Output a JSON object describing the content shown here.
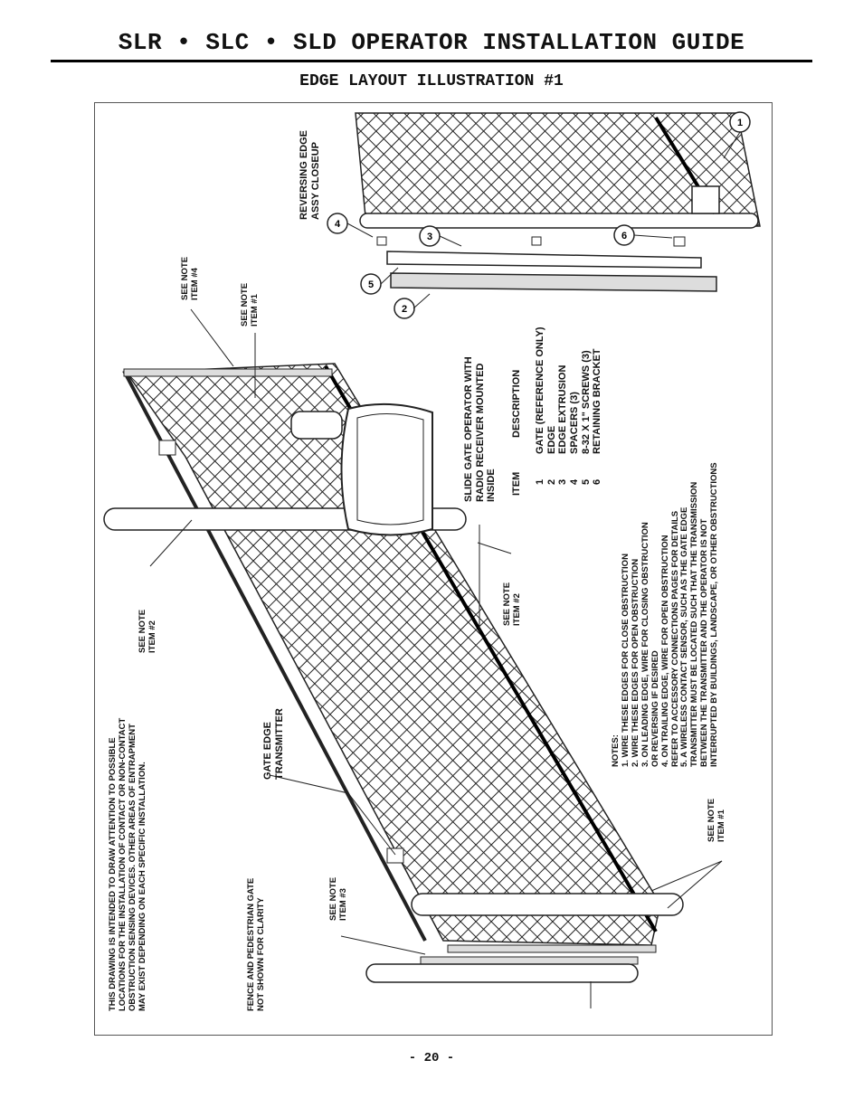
{
  "header": {
    "title": "SLR • SLC • SLD OPERATOR INSTALLATION GUIDE",
    "subtitle": "EDGE LAYOUT ILLUSTRATION #1"
  },
  "illustration": {
    "disclaimer": [
      "THIS DRAWING IS INTENDED TO DRAW ATTENTION TO POSSIBLE",
      "LOCATIONS FOR THE INSTALLATION OF CONTACT OR NON-CONTACT",
      "OBSTRUCTION SENSING DEVICES. OTHER AREAS OF ENTRAPMENT",
      "MAY EXIST DEPENDING ON EACH SPECIFIC INSTALLATION."
    ],
    "fence_note": [
      "FENCE AND PEDESTRIAN GATE",
      "NOT SHOWN FOR CLARITY"
    ],
    "see_note_3": [
      "SEE NOTE",
      "ITEM #3"
    ],
    "gate_edge_transmitter": [
      "GATE EDGE",
      "TRANSMITTER"
    ],
    "see_note_2_left": [
      "SEE NOTE",
      "ITEM #2"
    ],
    "see_note_4": [
      "SEE NOTE",
      "ITEM #4"
    ],
    "see_note_1_top": [
      "SEE NOTE",
      "ITEM #1"
    ],
    "see_note_2_center": [
      "SEE NOTE",
      "ITEM #2"
    ],
    "see_note_1_bottom": [
      "SEE NOTE",
      "ITEM #1"
    ],
    "operator_label": [
      "SLIDE GATE OPERATOR WITH",
      "RADIO RECEIVER MOUNTED",
      "INSIDE"
    ],
    "closeup_label": [
      "REVERSING EDGE",
      "ASSY CLOSEUP"
    ],
    "callouts": [
      "1",
      "2",
      "3",
      "4",
      "5",
      "6"
    ],
    "parts_table": {
      "col_item": "ITEM",
      "col_desc": "DESCRIPTION",
      "rows": [
        {
          "item": "1",
          "desc": "GATE (REFERENCE ONLY)"
        },
        {
          "item": "2",
          "desc": "EDGE"
        },
        {
          "item": "3",
          "desc": "EDGE EXTRUSION"
        },
        {
          "item": "4",
          "desc": "SPACERS (3)"
        },
        {
          "item": "5",
          "desc": "8-32 X 1\" SCREWS (3)"
        },
        {
          "item": "6",
          "desc": "RETAINING BRACKET"
        }
      ]
    },
    "notes": [
      "NOTES:",
      "1. WIRE THESE EDGES FOR CLOSE OBSTRUCTION",
      "2. WIRE THESE EDGES FOR OPEN OBSTRUCTION",
      "3. ON LEADING EDGE, WIRE FOR CLOSING OBSTRUCTION",
      "    OR REVERSING IF DESIRED",
      "4. ON TRAILING EDGE, WIRE FOR OPEN OBSTRUCTION",
      "    REFER TO ACCESSORY CONNECTIONS PAGES FOR DETAILS",
      "5. A WIRELESS CONTACT SENSOR, SUCH AS THE GATE EDGE",
      "    TRANSMITTER MUST BE LOCATED SUCH THAT THE TRANSMISSION",
      "    BETWEEN THE TRANSMITTER AND THE OPERATOR IS NOT",
      "    INTERRUPTED BY BUILDINGS, LANDSCAPE, OR OTHER OBSTRUCTIONS"
    ]
  },
  "footer": {
    "page_number": "- 20 -"
  }
}
